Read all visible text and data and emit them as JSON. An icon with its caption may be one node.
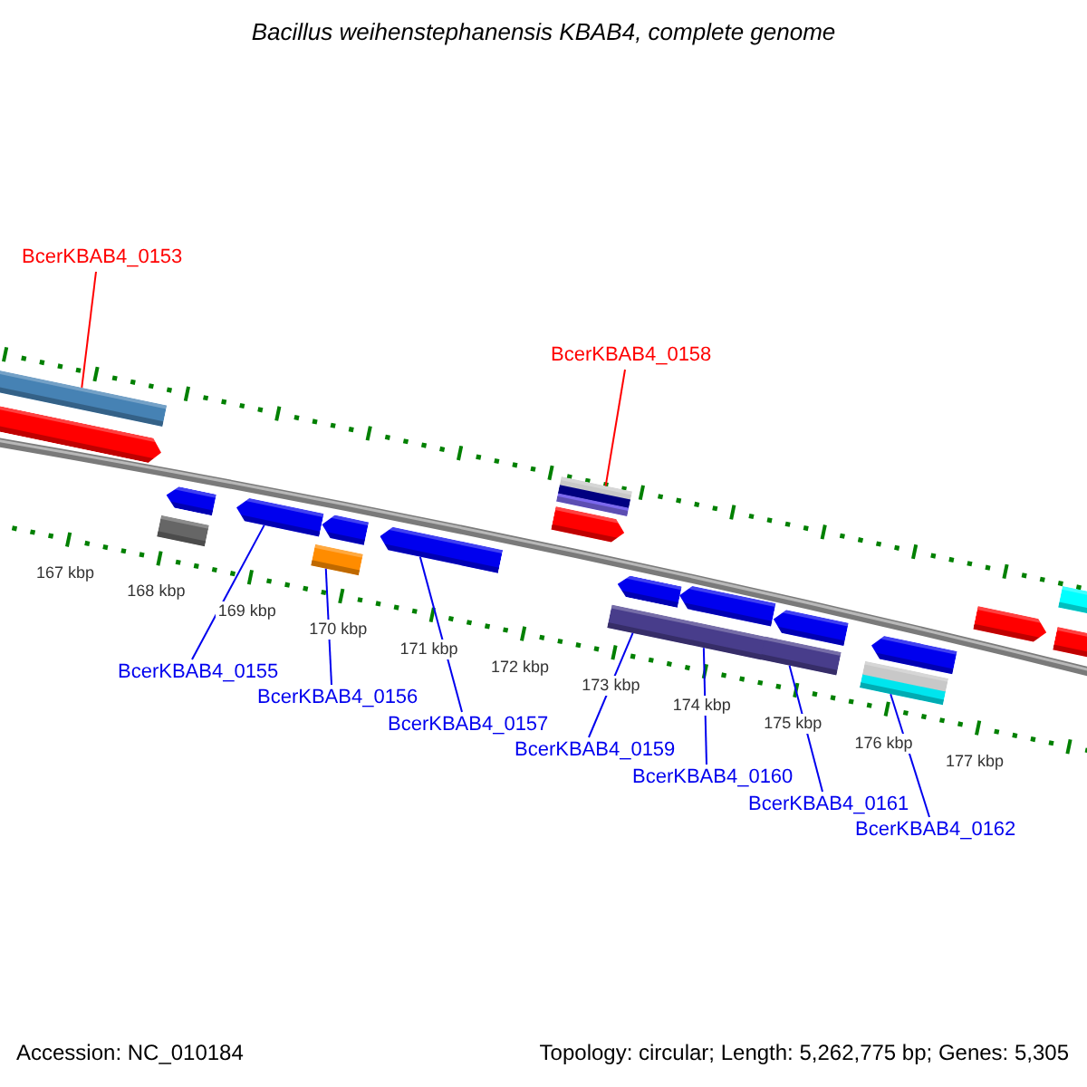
{
  "diagram": {
    "title": "Bacillus weihenstephanensis KBAB4, complete genome",
    "nodes": [
      {
        "text": [
          "BcerKBAB4_0153"
        ]
      },
      {
        "text": [],
        "shape": "bar"
      },
      {
        "text": [
          "BcerKBAB4_0158"
        ]
      },
      {
        "text": [],
        "shape": "bar"
      },
      {
        "text": [
          "BcerKBAB4_0155"
        ]
      },
      {
        "text": [],
        "shape": "bar"
      },
      {
        "text": [
          "BcerKBAB4_0156"
        ]
      },
      {
        "text": [],
        "shape": "bar"
      },
      {
        "text": [
          "BcerKBAB4_0157"
        ]
      },
      {
        "text": [],
        "shape": "bar"
      },
      {
        "text": [
          "BcerKBAB4_0159"
        ]
      },
      {
        "text": [],
        "shape": "bar"
      },
      {
        "text": [
          "BcerKBAB4_0160"
        ]
      },
      {
        "text": [
          "BcerKBAB4_0161"
        ]
      },
      {
        "text": [],
        "shape": "bar"
      },
      {
        "text": [
          "BcerKBAB4_0162"
        ]
      },
      {
        "text": [],
        "shape": "bar"
      },
      {
        "text": [],
        "shape": "bar"
      },
      {
        "text": [],
        "shape": "bar"
      },
      {
        "text": [],
        "shape": "bar"
      },
      {
        "text": [],
        "shape": "bar"
      },
      {
        "text": [],
        "shape": "bar"
      },
      {
        "text": [],
        "shape": "bar"
      },
      {
        "text": [],
        "shape": "bar"
      },
      {
        "text": [],
        "shape": "bar"
      },
      {
        "text": [],
        "shape": "bar"
      },
      {
        "text": [],
        "shape": "bar"
      },
      {
        "text": [],
        "shape": "bar"
      },
      {
        "text": [],
        "shape": "bar"
      }
    ],
    "edges": [
      {
        "from": 0,
        "to": 1,
        "arrow": "none",
        "color": "#ff0000"
      },
      {
        "from": 2,
        "to": 3,
        "arrow": "none",
        "color": "#ff0000"
      },
      {
        "from": 4,
        "to": 5,
        "arrow": "none"
      },
      {
        "from": 6,
        "to": 7,
        "arrow": "none"
      },
      {
        "from": 8,
        "to": 9,
        "arrow": "none"
      },
      {
        "from": 10,
        "to": 11,
        "arrow": "none"
      },
      {
        "from": 12,
        "to": 11,
        "arrow": "none"
      },
      {
        "from": 13,
        "to": 14,
        "arrow": "none"
      },
      {
        "from": 15,
        "to": 16,
        "arrow": "none"
      }
    ],
    "labels": [
      "167 kbp",
      "168 kbp",
      "169 kbp",
      "170 kbp",
      "171 kbp",
      "172 kbp",
      "173 kbp",
      "174 kbp",
      "175 kbp",
      "176 kbp",
      "177 kbp",
      "Accession: NC_010184",
      "Topology: circular; Length: 5,262,775 bp; Genes: 5,305"
    ]
  }
}
